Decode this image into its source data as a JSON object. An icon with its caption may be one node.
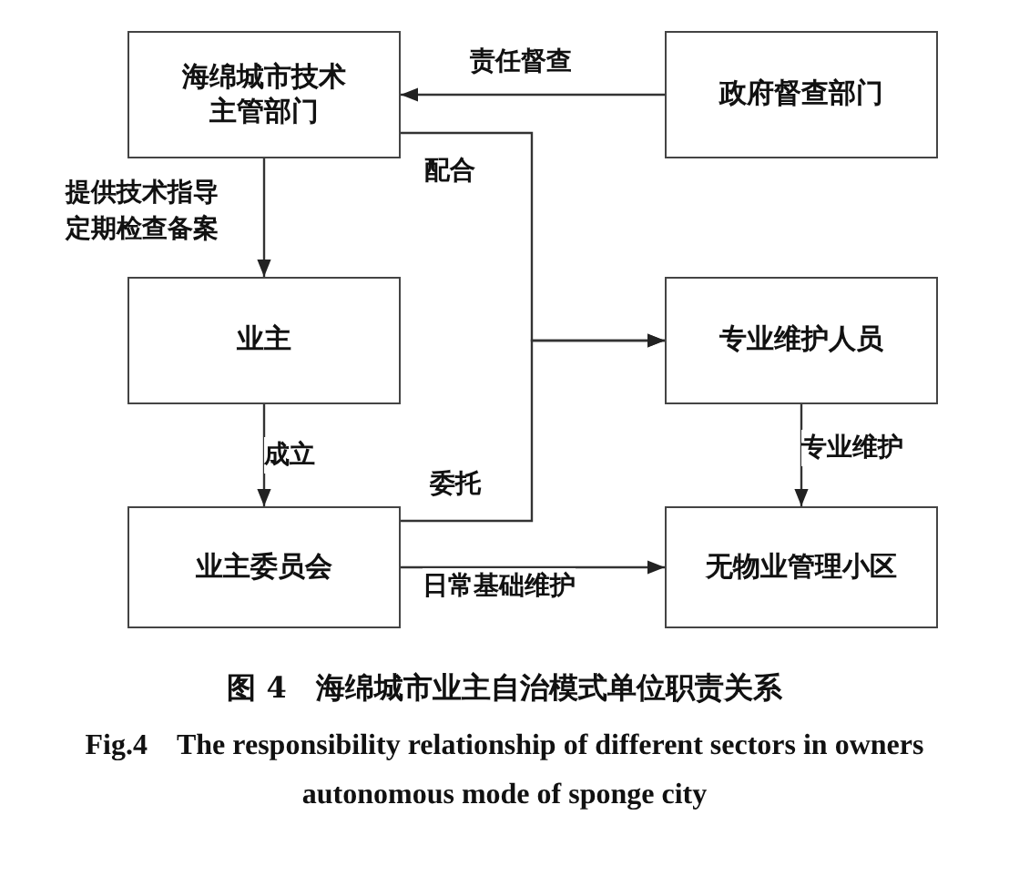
{
  "diagram": {
    "caption": "图 4　海绵城市业主自治模式单位职责关系",
    "nodes": [
      {
        "text": [
          "海绵城市技术主管部门"
        ]
      },
      {
        "text": [
          "政府督查部门"
        ]
      },
      {
        "text": [
          "业主"
        ]
      },
      {
        "text": [
          "专业维护人员"
        ]
      },
      {
        "text": [
          "业主委员会"
        ]
      },
      {
        "text": [
          "无物业管理小区"
        ]
      }
    ],
    "edges": [
      {
        "from": 1,
        "to": 0,
        "arrow": "to",
        "label": "责任督查"
      },
      {
        "from": 0,
        "to": 2,
        "arrow": "to",
        "label": "提供技术指导定期检查备案"
      },
      {
        "from": 2,
        "to": 4,
        "arrow": "to",
        "label": "成立"
      },
      {
        "from": 0,
        "to": 3,
        "arrow": "to",
        "label": "配合"
      },
      {
        "from": 4,
        "to": 3,
        "arrow": "to",
        "label": "委托"
      },
      {
        "from": 4,
        "to": 5,
        "arrow": "to",
        "label": "日常基础维护"
      },
      {
        "from": 3,
        "to": 5,
        "arrow": "to",
        "label": "专业维护"
      }
    ],
    "labels": [
      "Fig.4　The responsibility relationship of different sectors in owners autonomous mode of sponge city"
    ]
  }
}
